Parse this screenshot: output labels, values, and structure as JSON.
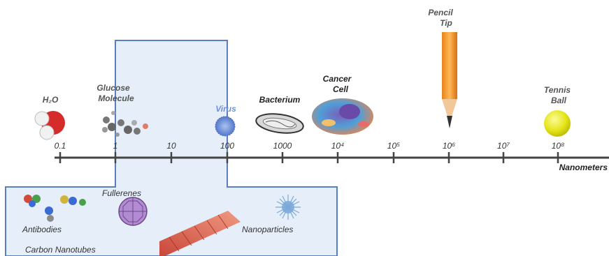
{
  "scale": {
    "unit_label": "Nanometers",
    "ticks": [
      "0.1",
      "1",
      "10",
      "100",
      "1000",
      "10⁴",
      "10⁵",
      "10⁶",
      "10⁷",
      "10⁸"
    ]
  },
  "objects": [
    {
      "id": "water",
      "label": "H₂O",
      "icon": "water-molecule-icon"
    },
    {
      "id": "glucose",
      "label_line1": "Glucose",
      "label_line2": "Molecule",
      "icon": "glucose-molecule-icon"
    },
    {
      "id": "virus",
      "label": "Virus",
      "icon": "virus-icon"
    },
    {
      "id": "bacterium",
      "label": "Bacterium",
      "icon": "bacterium-icon"
    },
    {
      "id": "cancer",
      "label_line1": "Cancer",
      "label_line2": "Cell",
      "icon": "cancer-cell-icon"
    },
    {
      "id": "pencil",
      "label_line1": "Pencil",
      "label_line2": "Tip",
      "icon": "pencil-tip-icon"
    },
    {
      "id": "tennis",
      "label_line1": "Tennis",
      "label_line2": "Ball",
      "icon": "tennis-ball-icon"
    }
  ],
  "nano_range": {
    "items": [
      {
        "id": "antibodies",
        "label": "Antibodies",
        "icon": "antibodies-icon"
      },
      {
        "id": "fullerenes",
        "label": "Fullerenes",
        "icon": "fullerene-icon"
      },
      {
        "id": "nanoparticles",
        "label": "Nanoparticles",
        "icon": "nanoparticle-icon"
      },
      {
        "id": "nanotubes",
        "label": "Carbon Nanotubes",
        "icon": "carbon-nanotube-icon"
      }
    ]
  },
  "colors": {
    "highlight_fill": "#e4eef8",
    "highlight_stroke": "#5a7fc0",
    "axis": "#444444",
    "water_red": "#d62b2b",
    "pencil_orange": "#f39a2c",
    "tennis_yellow": "#e8e61a",
    "virus_blue": "#6a8fd8"
  }
}
